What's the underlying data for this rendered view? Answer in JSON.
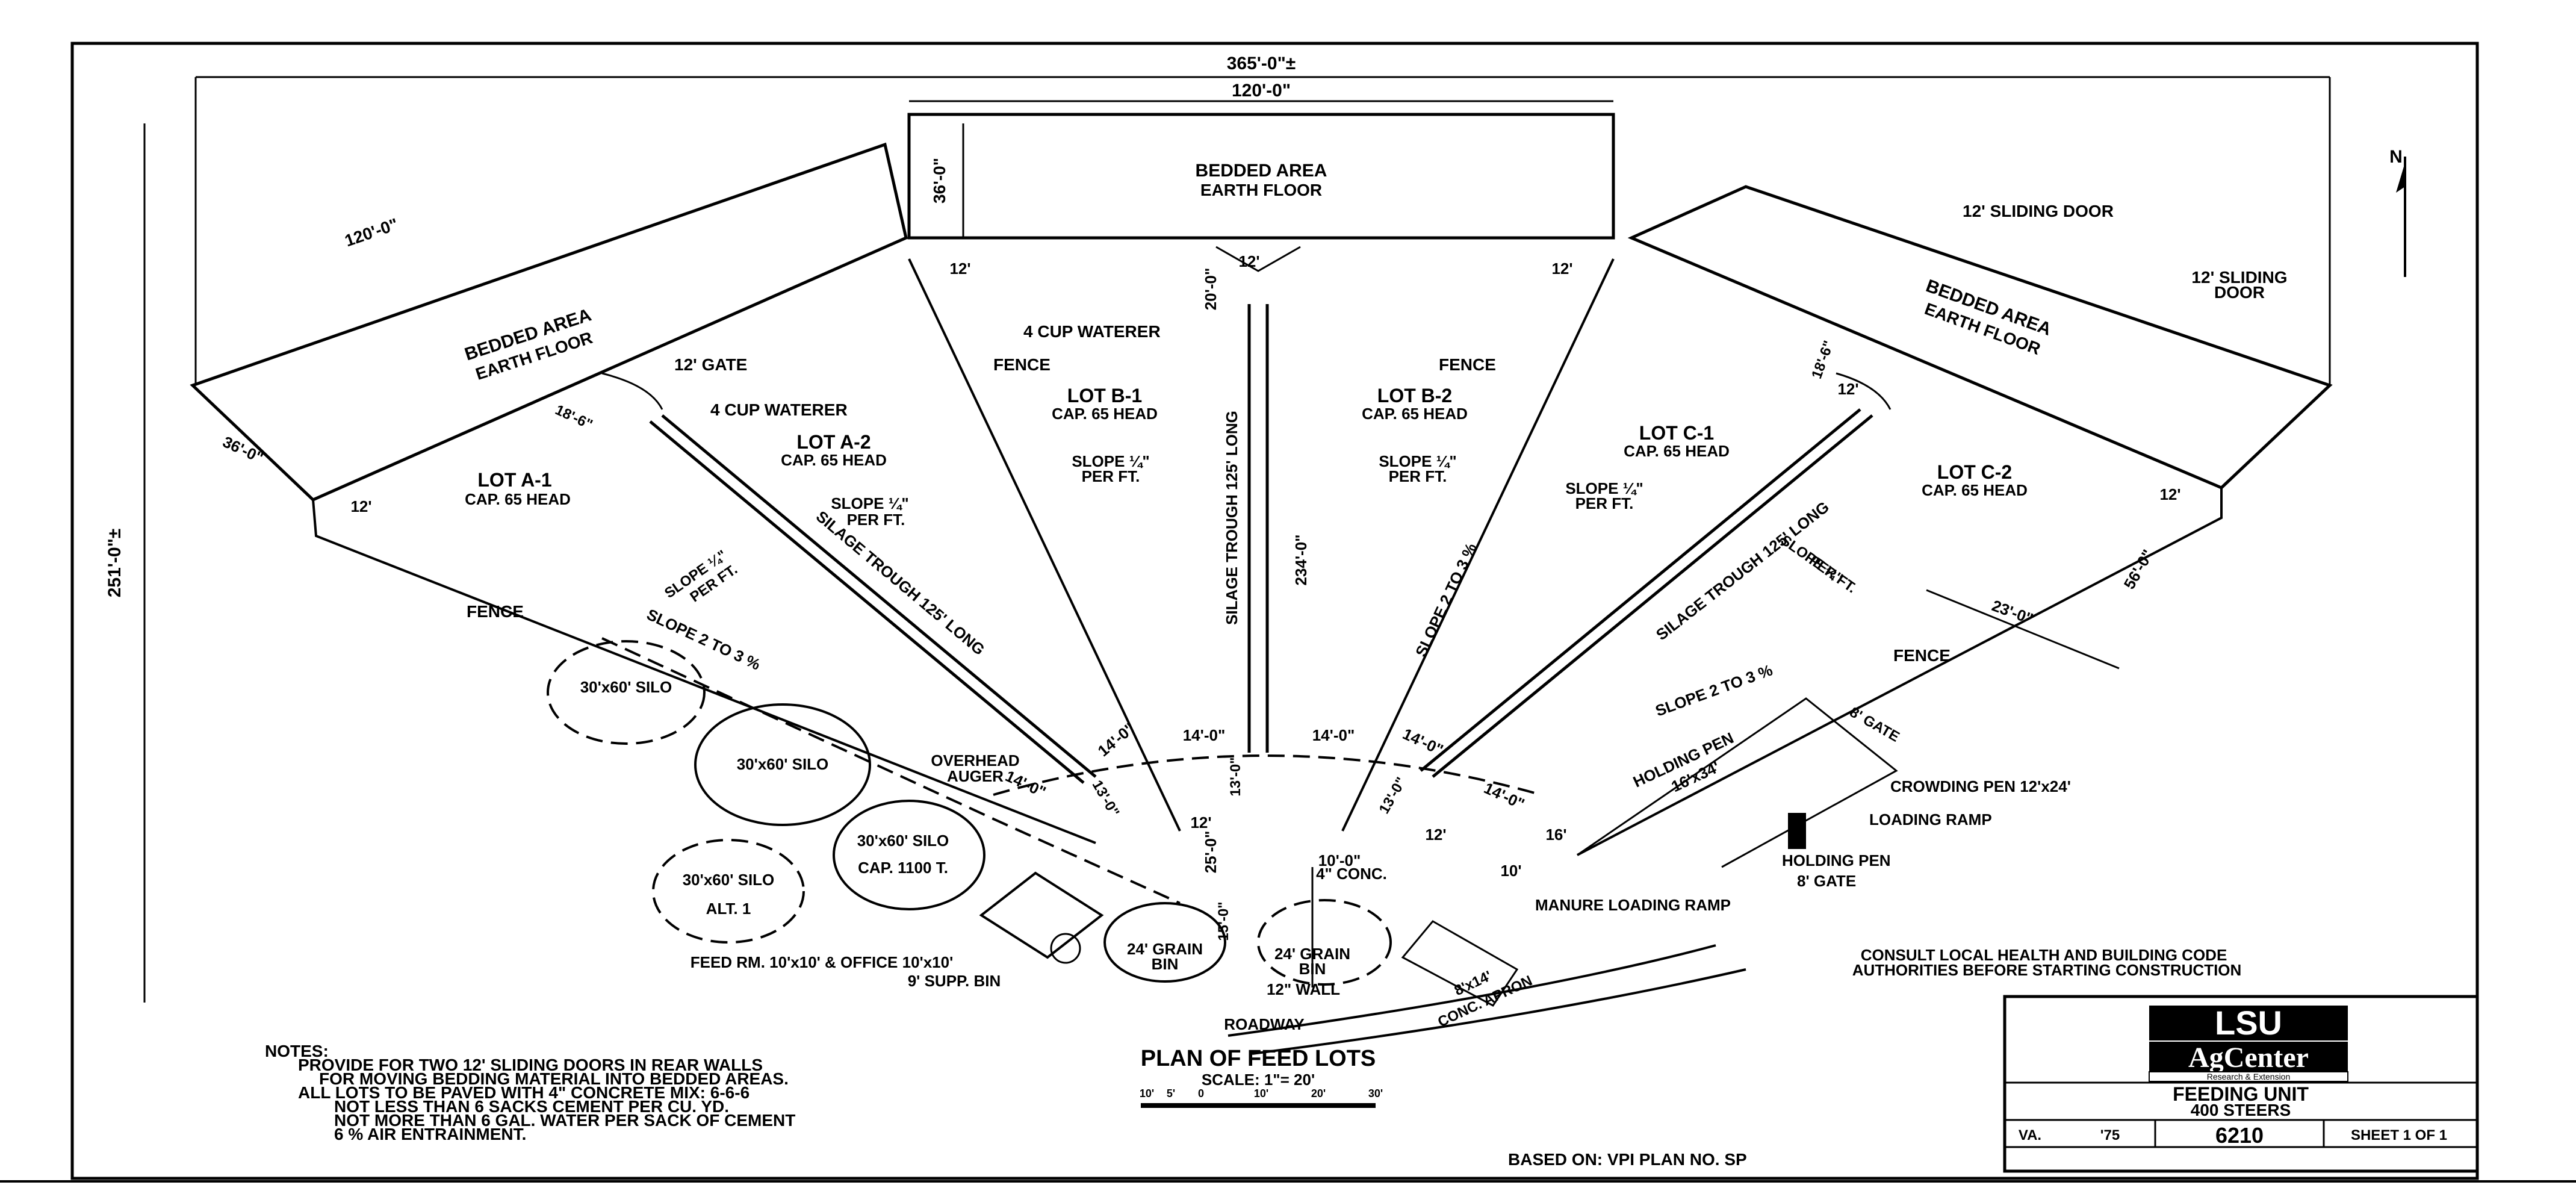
{
  "plan": {
    "title": "PLAN OF FEED LOTS",
    "scale": "SCALE: 1\"= 20'",
    "scale_ticks": [
      "10'",
      "5'",
      "0",
      "10'",
      "20'",
      "30'"
    ],
    "north": "N",
    "dimensions": {
      "overall_width": "365'-0\"±",
      "bedded_width": "120'-0\"",
      "bedded_depth": "36'-0\"",
      "left_bedded_width": "120'-0\"",
      "left_bedded_depth": "36'-0\"",
      "overall_depth": "251'-0\"±",
      "waterer_offset": "20'-0\"",
      "trough_center": "234'-0\"",
      "right_depth": "56'-0\"",
      "right_width": "23'-0\"",
      "left_gate_dim": "18'-6\"",
      "right_gate_dim": "18'-6\"",
      "d14a": "14'-0\"",
      "d14b": "14'-0\"",
      "d14c": "14'-0\"",
      "d14d": "14'-0\"",
      "d14e": "14'-0\"",
      "d13a": "13'-0\"",
      "d13b": "13'-0\"",
      "d13c": "13'-0\"",
      "d14f": "14'-0\"",
      "d12a": "12'",
      "d25": "25'-0\"",
      "d10": "10'-0\"",
      "d15": "15'-0\"",
      "d10b": "10'",
      "d16": "16'"
    },
    "areas": {
      "bedded_center": "BEDDED AREA",
      "bedded_center_sub": "EARTH FLOOR",
      "bedded_left": "BEDDED AREA",
      "bedded_left_sub": "EARTH FLOOR",
      "bedded_right": "BEDDED AREA",
      "bedded_right_sub": "EARTH FLOOR"
    },
    "lots": [
      {
        "name": "LOT A-1",
        "cap": "CAP. 65 HEAD"
      },
      {
        "name": "LOT A-2",
        "cap": "CAP. 65 HEAD"
      },
      {
        "name": "LOT B-1",
        "cap": "CAP. 65 HEAD"
      },
      {
        "name": "LOT B-2",
        "cap": "CAP. 65 HEAD"
      },
      {
        "name": "LOT C-1",
        "cap": "CAP. 65 HEAD"
      },
      {
        "name": "LOT C-2",
        "cap": "CAP. 65 HEAD"
      }
    ],
    "labels": {
      "gate12_left": "12' GATE",
      "waterer_left": "4 CUP WATERER",
      "waterer_center": "4 CUP WATERER",
      "fence_a": "FENCE",
      "fence_b": "FENCE",
      "fence_left": "FENCE",
      "fence_right": "FENCE",
      "sliding_door_1": "12' SLIDING DOOR",
      "sliding_door_2a": "12' SLIDING",
      "sliding_door_2b": "DOOR",
      "slope_a2a": "SLOPE ¼\"",
      "slope_a2b": "PER FT.",
      "slope_b1a": "SLOPE ¼\"",
      "slope_b1b": "PER FT.",
      "slope_b2a": "SLOPE ¼\"",
      "slope_b2b": "PER FT.",
      "slope_c1a": "SLOPE ¼\"",
      "slope_c1b": "PER FT.",
      "slope_a1a": "SLOPE ¼\"",
      "slope_a1b": "PER FT.",
      "slope_c2a": "SLOPE ¼\"",
      "slope_c2b": "PER FT.",
      "slope23_left": "SLOPE 2 TO 3 %",
      "slope23_center": "SLOPE 2 TO 3 %",
      "slope23_right": "SLOPE 2 TO 3 %",
      "trough_left": "SILAGE TROUGH 125' LONG",
      "trough_center": "SILAGE TROUGH 125' LONG",
      "trough_right": "SILAGE TROUGH 125' LONG",
      "gate12_center": "12'",
      "gate12_right": "12'",
      "twelve_a": "12'",
      "twelve_b": "12'",
      "twelve_c": "12'",
      "twelve_d": "12'",
      "twelve_e": "12'",
      "twelve_f": "12'",
      "silo1": "30'x60' SILO",
      "silo2": "30'x60' SILO",
      "silo3": "30'x60' SILO",
      "silo3_cap": "CAP. 1100 T.",
      "silo4": "30'x60' SILO",
      "silo4_alt": "ALT. 1",
      "auger1": "OVERHEAD",
      "auger2": "AUGER",
      "grain_bin1a": "24' GRAIN",
      "grain_bin1b": "BIN",
      "grain_bin2a": "24' GRAIN",
      "grain_bin2b": "BIN",
      "wall": "12\" WALL",
      "conc": "4\" CONC.",
      "feed_room": "FEED RM. 10'x10' & OFFICE 10'x10'",
      "supp_bin": "9' SUPP. BIN",
      "roadway": "ROADWAY",
      "apron1": "8'x14'",
      "apron2": "CONC. APRON",
      "manure_ramp": "MANURE LOADING RAMP",
      "holding_pen_a": "HOLDING PEN",
      "holding_pen_b": "16'x34'",
      "gate8_top": "8' GATE",
      "crowding_pen": "CROWDING PEN 12'x24'",
      "loading_ramp": "LOADING RAMP",
      "holding_pen2": "HOLDING PEN",
      "gate8_bottom": "8' GATE"
    },
    "consult_1": "CONSULT LOCAL HEALTH AND BUILDING CODE",
    "consult_2": "AUTHORITIES BEFORE STARTING CONSTRUCTION",
    "notes": [
      "NOTES:",
      "PROVIDE FOR TWO 12' SLIDING DOORS IN REAR WALLS",
      "FOR MOVING BEDDING MATERIAL INTO BEDDED AREAS.",
      "ALL LOTS TO BE PAVED WITH 4\" CONCRETE MIX: 6-6-6",
      "NOT LESS THAN 6 SACKS CEMENT PER CU. YD.",
      "NOT MORE THAN 6 GAL. WATER PER SACK OF CEMENT",
      "6 % AIR ENTRAINMENT."
    ],
    "based_on": "BASED ON:  VPI  PLAN  NO. SP"
  },
  "title_block": {
    "logo_top": "LSU",
    "logo_mid": "AgCenter",
    "logo_sub": "Research & Extension",
    "unit": "FEEDING UNIT",
    "steers": "400 STEERS",
    "state": "VA.",
    "year": "'75",
    "plan_no": "6210",
    "sheet": "SHEET 1 OF 1"
  }
}
